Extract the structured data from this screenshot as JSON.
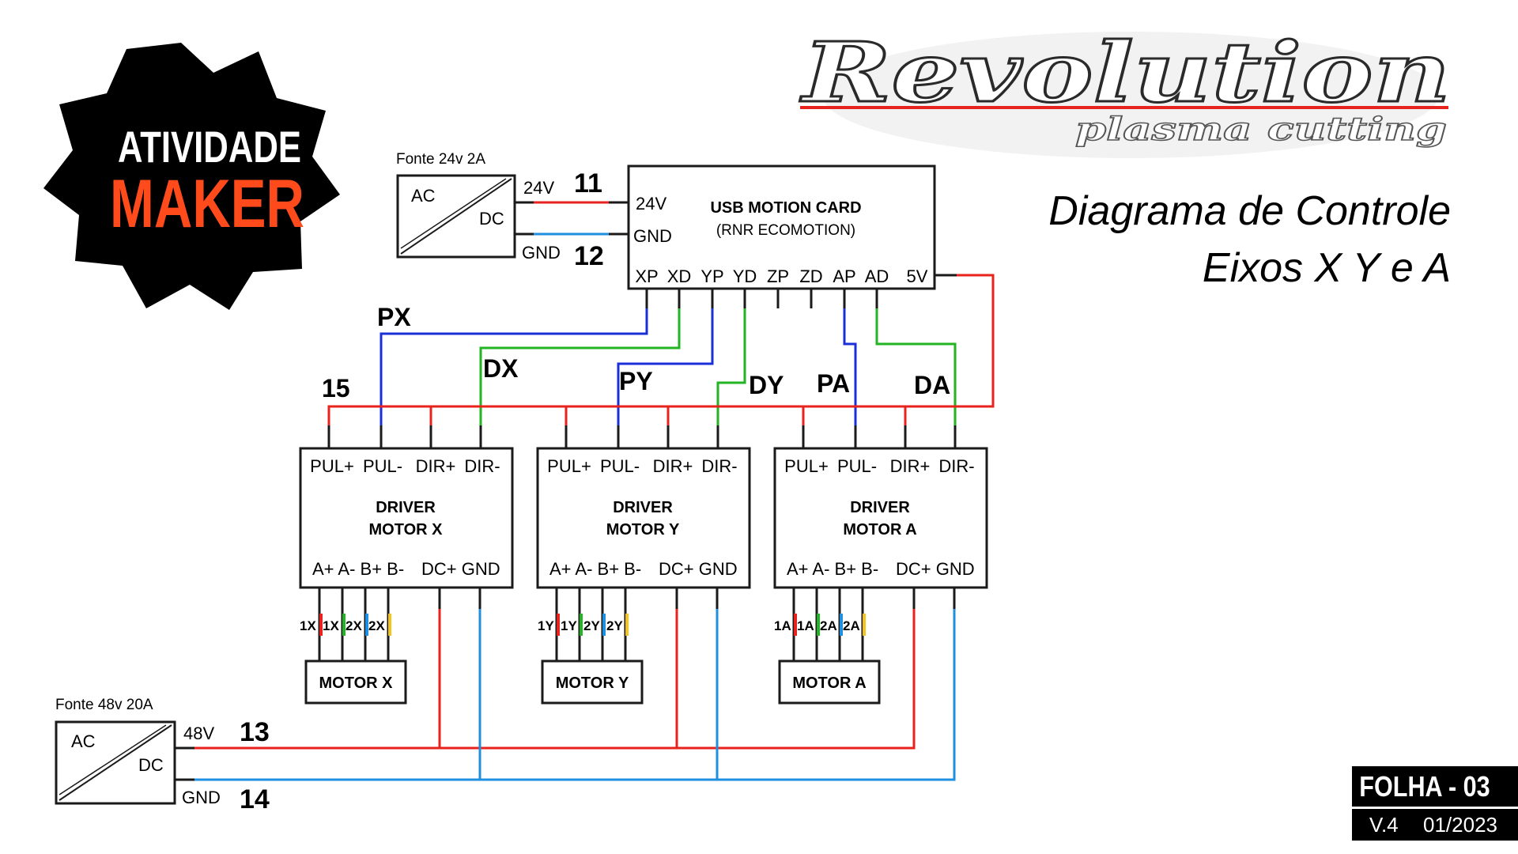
{
  "logo": {
    "line1": "ATIVIDADE",
    "line2": "MAKER"
  },
  "brand": {
    "name": "Revolution",
    "tagline": "plasma cutting"
  },
  "title": {
    "line1": "Diagrama de Controle",
    "line2": "Eixos X Y e A"
  },
  "psu_small": {
    "caption": "Fonte 24v 2A",
    "ac": "AC",
    "dc": "DC",
    "out_pos": "24V",
    "out_neg": "GND",
    "wire_pos": "11",
    "wire_neg": "12"
  },
  "psu_big": {
    "caption": "Fonte 48v 20A",
    "ac": "AC",
    "dc": "DC",
    "out_pos": "48V",
    "out_neg": "GND",
    "wire_pos": "13",
    "wire_neg": "14"
  },
  "motion_card": {
    "title": "USB MOTION CARD",
    "subtitle": "(RNR ECOMOTION)",
    "pin_24v": "24V",
    "pin_gnd": "GND",
    "pins": [
      "XP",
      "XD",
      "YP",
      "YD",
      "ZP",
      "ZD",
      "AP",
      "AD",
      "5V"
    ]
  },
  "signals": {
    "px": "PX",
    "dx": "DX",
    "py": "PY",
    "dy": "DY",
    "pa": "PA",
    "da": "DA",
    "common": "15"
  },
  "drivers": [
    {
      "line1": "DRIVER",
      "line2": "MOTOR X",
      "top_pins": [
        "PUL+",
        "PUL-",
        "DIR+",
        "DIR-"
      ],
      "coil_pins": "A+ A- B+ B-",
      "power_pins": "DC+ GND",
      "coils": [
        "1X",
        "1X",
        "2X",
        "2X"
      ],
      "motor": "MOTOR X"
    },
    {
      "line1": "DRIVER",
      "line2": "MOTOR Y",
      "top_pins": [
        "PUL+",
        "PUL-",
        "DIR+",
        "DIR-"
      ],
      "coil_pins": "A+ A- B+ B-",
      "power_pins": "DC+ GND",
      "coils": [
        "1Y",
        "1Y",
        "2Y",
        "2Y"
      ],
      "motor": "MOTOR Y"
    },
    {
      "line1": "DRIVER",
      "line2": "MOTOR A",
      "top_pins": [
        "PUL+",
        "PUL-",
        "DIR+",
        "DIR-"
      ],
      "coil_pins": "A+ A- B+ B-",
      "power_pins": "DC+ GND",
      "coils": [
        "1A",
        "1A",
        "2A",
        "2A"
      ],
      "motor": "MOTOR A"
    }
  ],
  "sheet": {
    "label": "FOLHA - 03",
    "version": "V.4",
    "date": "01/2023"
  },
  "colors": {
    "positive": "#e8231e",
    "ground": "#1f8fe0",
    "pulse": "#1a2fd8",
    "direction": "#22b422",
    "coil_red": "#e8231e",
    "coil_green": "#22b422",
    "coil_blue": "#1f8fe0",
    "coil_yellow": "#f2c318",
    "logo_orange": "#ff4a1c"
  }
}
